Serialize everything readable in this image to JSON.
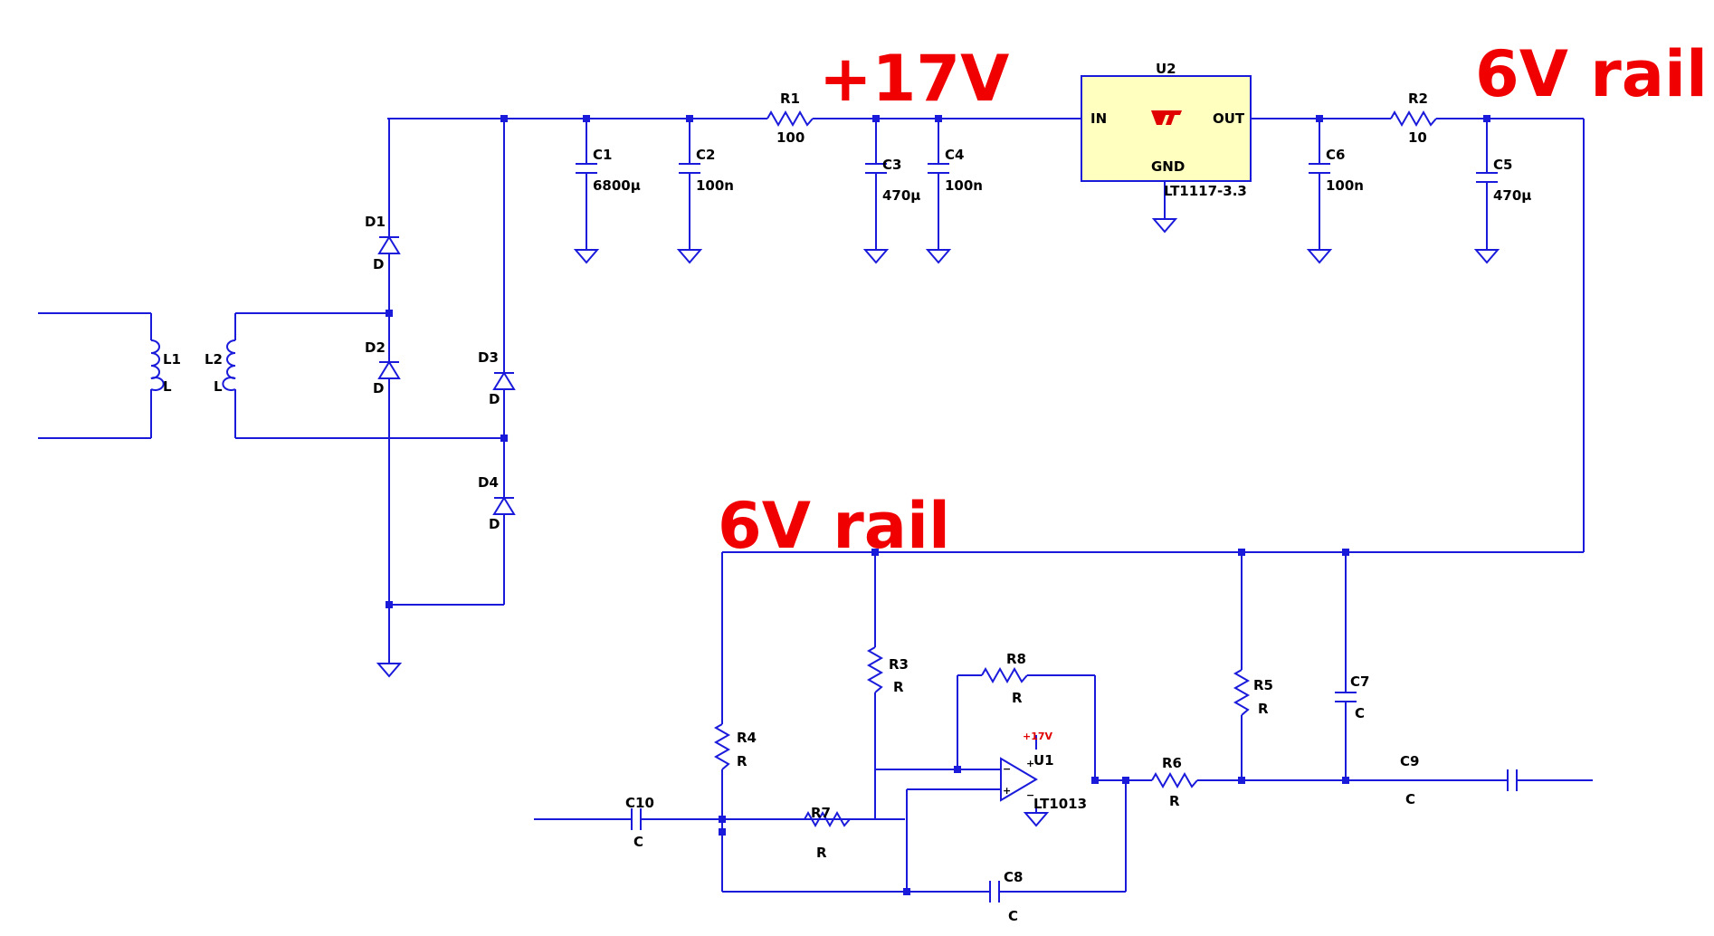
{
  "annotations": {
    "rail17": "+17V",
    "rail6_top": "6V rail",
    "rail6_bottom": "6V rail",
    "opamp_supply": "+17V"
  },
  "components": {
    "L1": {
      "ref": "L1",
      "value": "L"
    },
    "L2": {
      "ref": "L2",
      "value": "L"
    },
    "D1": {
      "ref": "D1",
      "value": "D"
    },
    "D2": {
      "ref": "D2",
      "value": "D"
    },
    "D3": {
      "ref": "D3",
      "value": "D"
    },
    "D4": {
      "ref": "D4",
      "value": "D"
    },
    "C1": {
      "ref": "C1",
      "value": "6800µ"
    },
    "C2": {
      "ref": "C2",
      "value": "100n"
    },
    "R1": {
      "ref": "R1",
      "value": "100"
    },
    "C3": {
      "ref": "C3",
      "value": "470µ"
    },
    "C4": {
      "ref": "C4",
      "value": "100n"
    },
    "U2": {
      "ref": "U2",
      "value": "LT1117-3.3",
      "pin_in": "IN",
      "pin_out": "OUT",
      "pin_gnd": "GND"
    },
    "C6": {
      "ref": "C6",
      "value": "100n"
    },
    "R2": {
      "ref": "R2",
      "value": "10"
    },
    "C5": {
      "ref": "C5",
      "value": "470µ"
    },
    "R3": {
      "ref": "R3",
      "value": "R"
    },
    "R4": {
      "ref": "R4",
      "value": "R"
    },
    "R5": {
      "ref": "R5",
      "value": "R"
    },
    "R6": {
      "ref": "R6",
      "value": "R"
    },
    "R7": {
      "ref": "R7",
      "value": "R"
    },
    "R8": {
      "ref": "R8",
      "value": "R"
    },
    "C7": {
      "ref": "C7",
      "value": "C"
    },
    "C8": {
      "ref": "C8",
      "value": "C"
    },
    "C9": {
      "ref": "C9",
      "value": "C"
    },
    "C10": {
      "ref": "C10",
      "value": "C"
    },
    "U1": {
      "ref": "U1",
      "value": "LT1013"
    }
  },
  "colors": {
    "wire": "#1a1adb",
    "annotation": "#f00000",
    "regulator_fill": "#ffffc0",
    "text": "#000000"
  }
}
